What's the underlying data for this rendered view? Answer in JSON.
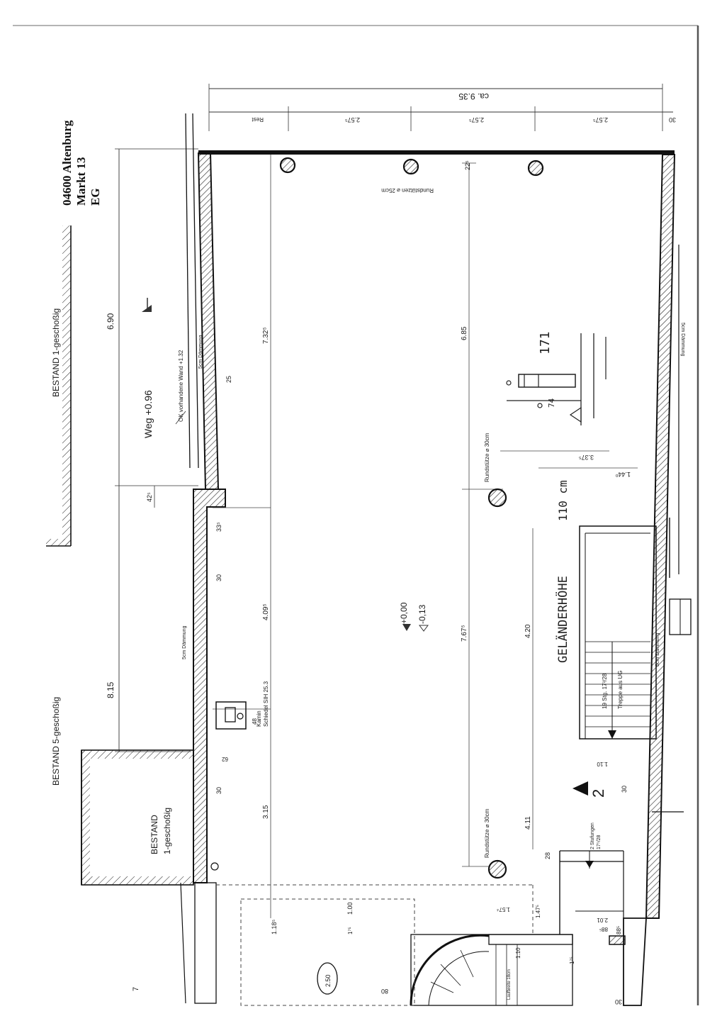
{
  "header": {
    "city": "04600 Altenburg",
    "street": "Markt 13",
    "floor": "EG"
  },
  "neighbors": {
    "bestand_1_top": "BESTAND  1-geschoßig",
    "bestand_5": "BESTAND  5-geschoßig",
    "bestand_1_small_a": "BESTAND",
    "bestand_1_small_b": "1-geschoßig"
  },
  "path": {
    "label": "Weg  +0.96",
    "wall_note": "OK vorhandene Wand  +1.32"
  },
  "dims": {
    "left_top": "6.90",
    "left_mid": "8.15",
    "d42": "42⁵",
    "d33": "33⁵",
    "d25": "25",
    "d30a": "30",
    "d30b": "30",
    "d7325": "7.32⁵",
    "d4095": "4.09⁵",
    "d315": "3.15",
    "d48": "48",
    "d62": "62",
    "d685": "6.85",
    "d7675": "7.67⁵",
    "d420": "4.20",
    "d411": "4.11",
    "d28": "28",
    "d110": "1.10",
    "d30c": "30",
    "d30d": "30",
    "d22": "22⁵",
    "d1185": "1.18⁵",
    "d100": "1.00",
    "d175a": "1⁷⁵",
    "d175b": "1⁷⁵",
    "d80": "80",
    "d110b": "1.10",
    "d1475": "1.47⁵",
    "d1574": "1.57⁴",
    "d201": "2.01",
    "d885": "88⁵",
    "d885b": "88⁵",
    "d1440": "1.44⁰",
    "d3375": "3.37⁵",
    "top_total": "ca. 9.35",
    "top_a": "2.57⁵",
    "top_b": "2.57⁵",
    "top_c": "2.57⁵",
    "top_rest": "Rest",
    "top_30": "30",
    "bottom_7": "7",
    "bottom_30": "30"
  },
  "notes": {
    "insulation": "5cm Dämmung",
    "columns_25": "Rundstützen ⌀ 25cm",
    "column_30a": "Rundstütze ⌀ 30cm",
    "column_30b": "Rundstütze ⌀ 30cm",
    "chimney_a": "Kamin",
    "chimney_b": "Schiedel SIH 25.3",
    "level_a": "+0,00",
    "level_b": "-0,13",
    "stairs_a": "19 Stg.  17³/28",
    "stairs_b": "Treppe aus UG",
    "entry_steps_a": "2 Stufungen",
    "entry_steps_b": "17⁵/28",
    "stair_no": "2",
    "winding": "Laufbreite 18cm",
    "area_mark": "2.50"
  },
  "handwriting": {
    "gelaende": "GELÄNDERHÖHE",
    "height": "110 cm",
    "n171": "171",
    "n74": "74"
  }
}
